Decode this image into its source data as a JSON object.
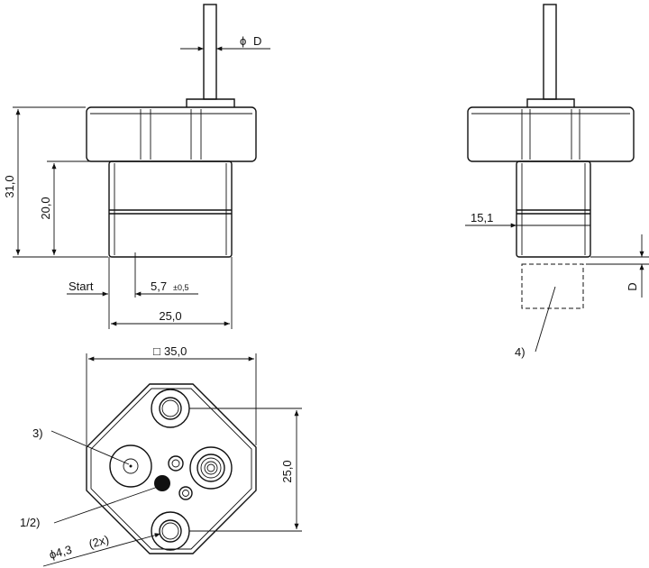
{
  "dimensions": {
    "shaft_diameter": "D",
    "overall_height": "31,0",
    "body_height": "20,0",
    "start_label": "Start",
    "sensing_offset": "5,7",
    "sensing_tolerance": "±0,5",
    "body_width": "25,0",
    "side_width": "15,1",
    "gap": "D",
    "flange_square_symbol": "□",
    "flange_square": "35,0",
    "hole_spacing": "25,0",
    "hole_diameter": "ϕ4,3",
    "hole_count": "(2x)"
  },
  "callouts": {
    "target": "4)",
    "item3": "3)",
    "item12": "1/2)"
  }
}
